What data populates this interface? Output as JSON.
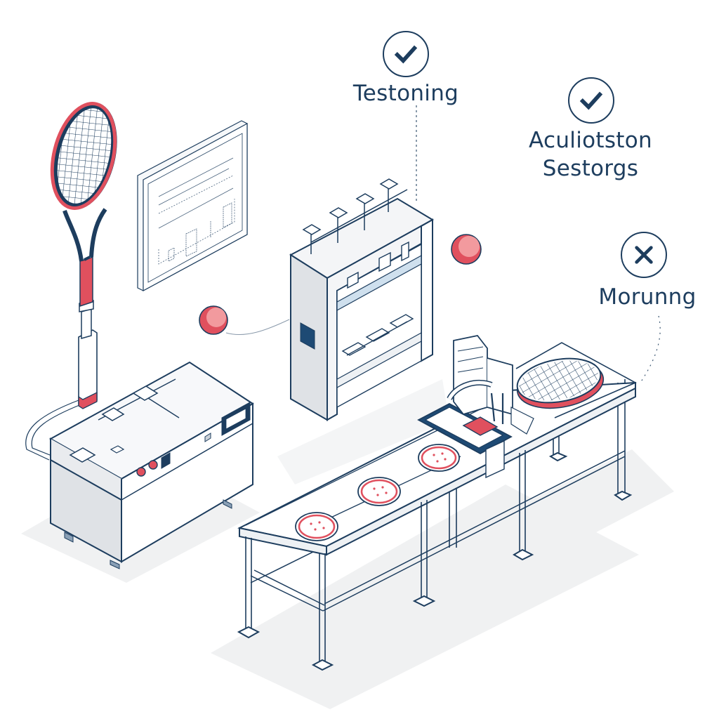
{
  "colors": {
    "ink": "#1d3d5e",
    "accent_red": "#e0505e",
    "accent_red_light": "#f29a9e",
    "panel_fill": "#f4f5f7",
    "panel_shade": "#dfe2e6",
    "floor_shadow": "#f0f1f2",
    "dark_panel": "#1e4a74"
  },
  "callouts": [
    {
      "id": "testing",
      "icon": "check-icon",
      "status": "pass",
      "label_lines": [
        "Testoning"
      ]
    },
    {
      "id": "acquisition",
      "icon": "check-icon",
      "status": "pass",
      "label_lines": [
        "Aculiotston",
        "Sestorgs"
      ]
    },
    {
      "id": "monitoring",
      "icon": "x-icon",
      "status": "fail",
      "label_lines": [
        "Morunng"
      ]
    }
  ],
  "objects": {
    "racket_on_stand": "tennis-racket-on-stand",
    "wall_monitor": "wall-chart-board",
    "control_console": "testing-console",
    "test_rack": "multi-station-test-rack",
    "conveyor_table": "conveyor-table",
    "robotic_arm": "robotic-stringing-arm",
    "racket_on_table": "racket-head-on-table",
    "balls": 2,
    "pizzas_on_conveyor": 3
  }
}
